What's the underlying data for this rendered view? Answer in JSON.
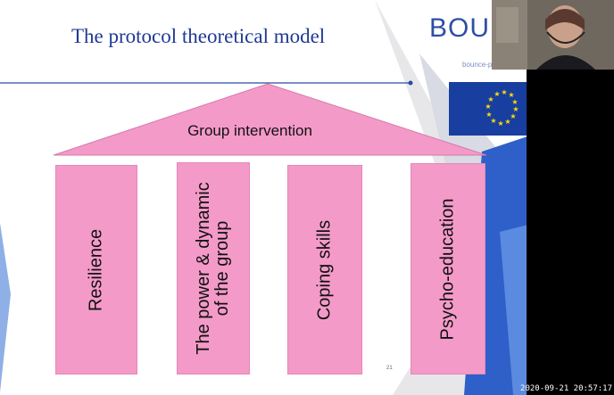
{
  "slide": {
    "title": "The protocol theoretical model",
    "logo_text": "BOUN",
    "logo_url": "bounce-project.eu",
    "roof_label": "Group intervention",
    "pillars": [
      {
        "line1": "Resilience",
        "line2": ""
      },
      {
        "line1": "The power & dynamic",
        "line2": "of the group"
      },
      {
        "line1": "Coping skills",
        "line2": ""
      },
      {
        "line1": "Psycho-education",
        "line2": ""
      }
    ],
    "page_number": "21"
  },
  "colors": {
    "title": "#1f3a93",
    "pink": "#f49ac9",
    "eu_blue": "#183ea0",
    "eu_star": "#ffdd00"
  },
  "overlay": {
    "timestamp": "2020-09-21 20:57:17"
  }
}
